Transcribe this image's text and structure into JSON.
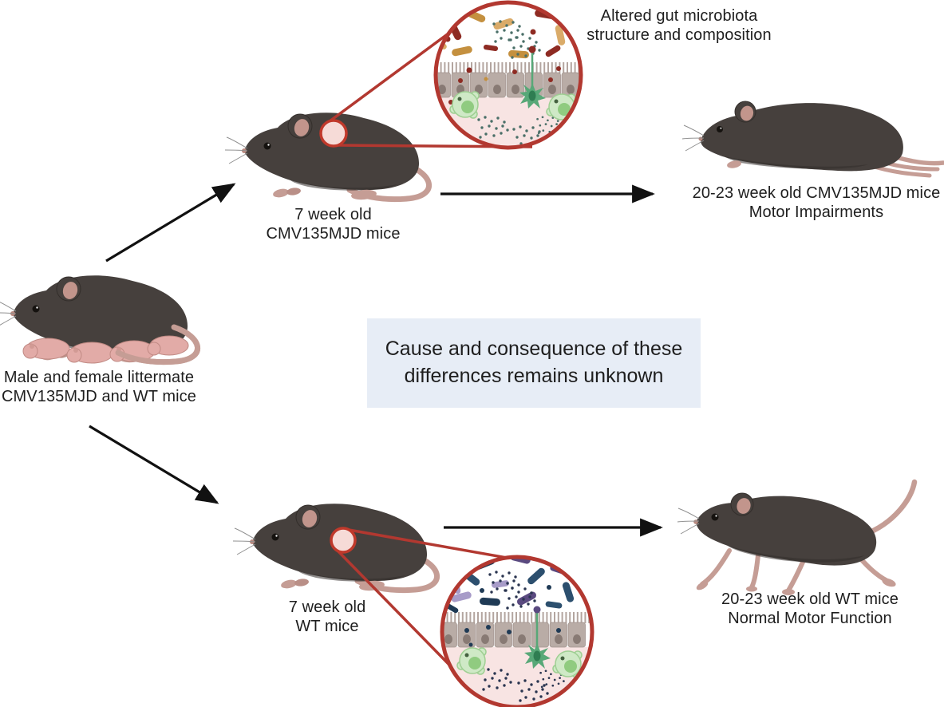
{
  "figure": {
    "kind": "mouse gut-microbiota experimental schematic"
  },
  "labels": {
    "parents": "Male and female littermate\nCMV135MJD and WT mice",
    "young_cmv": "7 week old\nCMV135MJD mice",
    "aged_cmv": "20-23 week old CMV135MJD mice\nMotor Impairments",
    "young_wt": "7 week old\nWT mice",
    "aged_wt": "20-23 week old WT mice\nNormal Motor Function",
    "magnifier_top": "Altered gut microbiota\nstructure and composition",
    "center_note": "Cause and consequence of these\ndifferences remains unknown"
  },
  "illustrations": {
    "mother_mouse": "dark mother mouse nursing pink pups",
    "young_cmv_mouse": "7-week CMV135MJD mouse with gut sampling spot",
    "young_wt_mouse": "7-week WT mouse with gut sampling spot",
    "aged_cmv_mouse": "hunched 20-23 week CMV135MJD mouse with dragging hind limbs",
    "aged_wt_mouse": "walking 20-23 week WT mouse with raised tail",
    "magnifier_top": "gut wall magnification with red/gold altered bacteria",
    "magnifier_bottom": "gut wall magnification with blue/purple normal bacteria"
  },
  "colors": {
    "figure_bg": "#ffffff",
    "text": "#1e1e1e",
    "arrow": "#111111",
    "note_box_bg": "#e7edf6",
    "magnifier_ring": "#b23830",
    "mouse_body": "#46403d",
    "mouse_pink": "#c59d95",
    "pup_pink": "#e2aba7",
    "epithelium": "#b9aca6",
    "gut_tissue_pink": "#f8e4e3",
    "bacteria_dark_red": "#8e2b23",
    "bacteria_gold": "#c4903f",
    "bacteria_gold_light": "#daab69",
    "bacteria_navy": "#2c4f6e",
    "bacteria_dark_navy": "#1f3a55",
    "bacteria_purple": "#5a4a80",
    "bacteria_lavender": "#a79bc8",
    "immune_green": "#58a878",
    "immune_light_green": "#cfe9c6",
    "dots_teal": "#4a6f68",
    "dots_navy": "#2a3550"
  }
}
